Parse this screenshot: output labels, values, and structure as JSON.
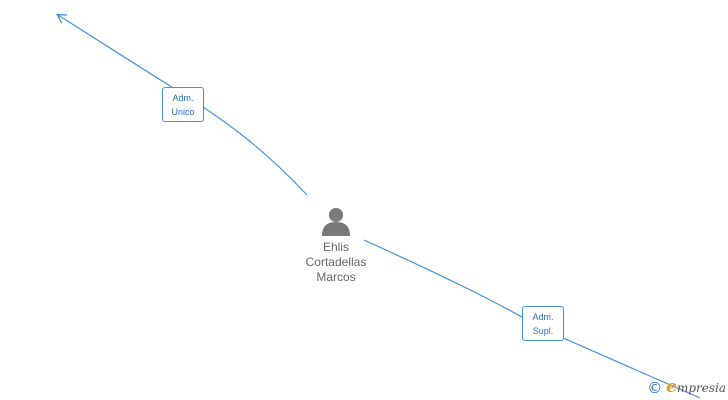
{
  "person": {
    "name": "Ehlis\nCortadellas\nMarcos",
    "icon": "person-icon"
  },
  "relations": [
    {
      "role_line1": "Adm.",
      "role_line2": "Unico"
    },
    {
      "role_line1": "Adm.",
      "role_line2": "Supl."
    }
  ],
  "watermark": {
    "copyright_symbol": "©",
    "brand_initial": "e",
    "brand_rest": "mpresia"
  },
  "colors": {
    "edge": "#4a90d9",
    "label_text": "#2a6fc4",
    "person_icon": "#7a7a7a",
    "name_text": "#666666",
    "brand_accent": "#f39c12"
  }
}
